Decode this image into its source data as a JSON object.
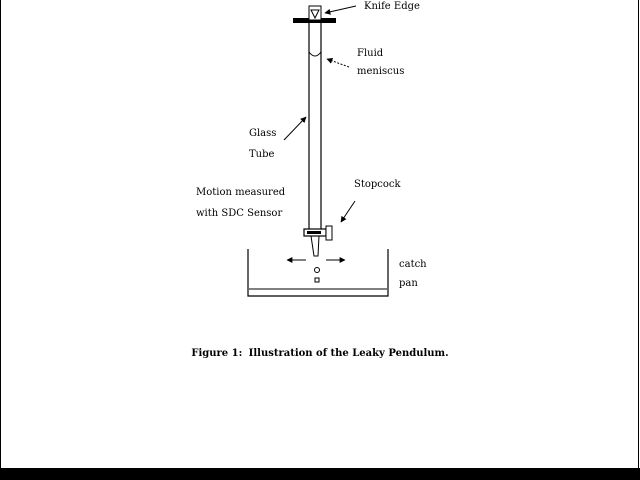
{
  "labels": {
    "knife_edge": "Knife Edge",
    "fluid_line1": "Fluid",
    "fluid_line2": "meniscus",
    "glass_line1": "Glass",
    "glass_line2": "Tube",
    "stopcock": "Stopcock",
    "motion_line1": "Motion measured",
    "motion_line2": "with SDC Sensor",
    "catch_line1": "catch",
    "catch_line2": "pan"
  },
  "caption": {
    "figure_label": "Figure 1:",
    "text": "Illustration of the Leaky Pendulum."
  }
}
